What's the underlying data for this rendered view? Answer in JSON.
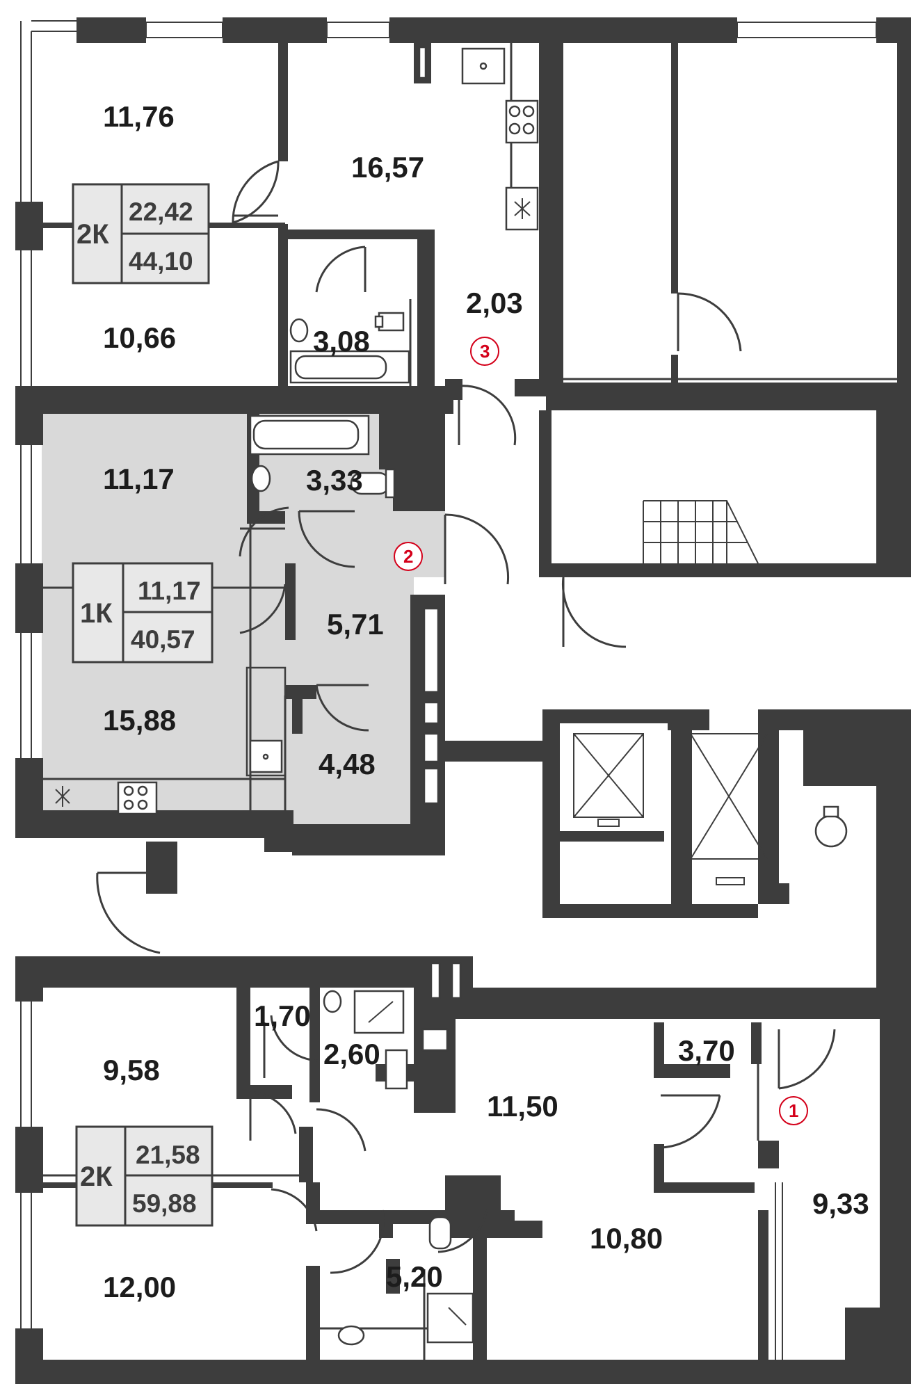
{
  "units": [
    {
      "id": "unit-top-2k",
      "type_label": "2К",
      "living_area": "22,42",
      "total_area": "44,10",
      "rooms": [
        "11,76",
        "16,57",
        "10,66",
        "3,08",
        "2,03"
      ],
      "marker": "3",
      "highlighted": false
    },
    {
      "id": "unit-middle-1k",
      "type_label": "1К",
      "living_area": "11,17",
      "total_area": "40,57",
      "rooms": [
        "11,17",
        "3,33",
        "5,71",
        "15,88",
        "4,48"
      ],
      "marker": "2",
      "highlighted": true
    },
    {
      "id": "unit-bottom-2k",
      "type_label": "2К",
      "living_area": "21,58",
      "total_area": "59,88",
      "rooms": [
        "9,58",
        "1,70",
        "2,60",
        "11,50",
        "3,70",
        "9,33",
        "12,00",
        "5,20",
        "10,80"
      ],
      "marker": "1",
      "highlighted": false
    }
  ],
  "colors": {
    "wall": "#3d3d3d",
    "highlight_fill": "#d9d9d9",
    "box_fill": "#e8e8e8",
    "marker_red": "#d4001a"
  },
  "icons": [
    "sink-icon",
    "stove-icon",
    "fridge-icon",
    "bathtub-icon",
    "toilet-icon",
    "shower-icon",
    "stairs-icon",
    "elevator-icon",
    "door-swing-icon"
  ]
}
